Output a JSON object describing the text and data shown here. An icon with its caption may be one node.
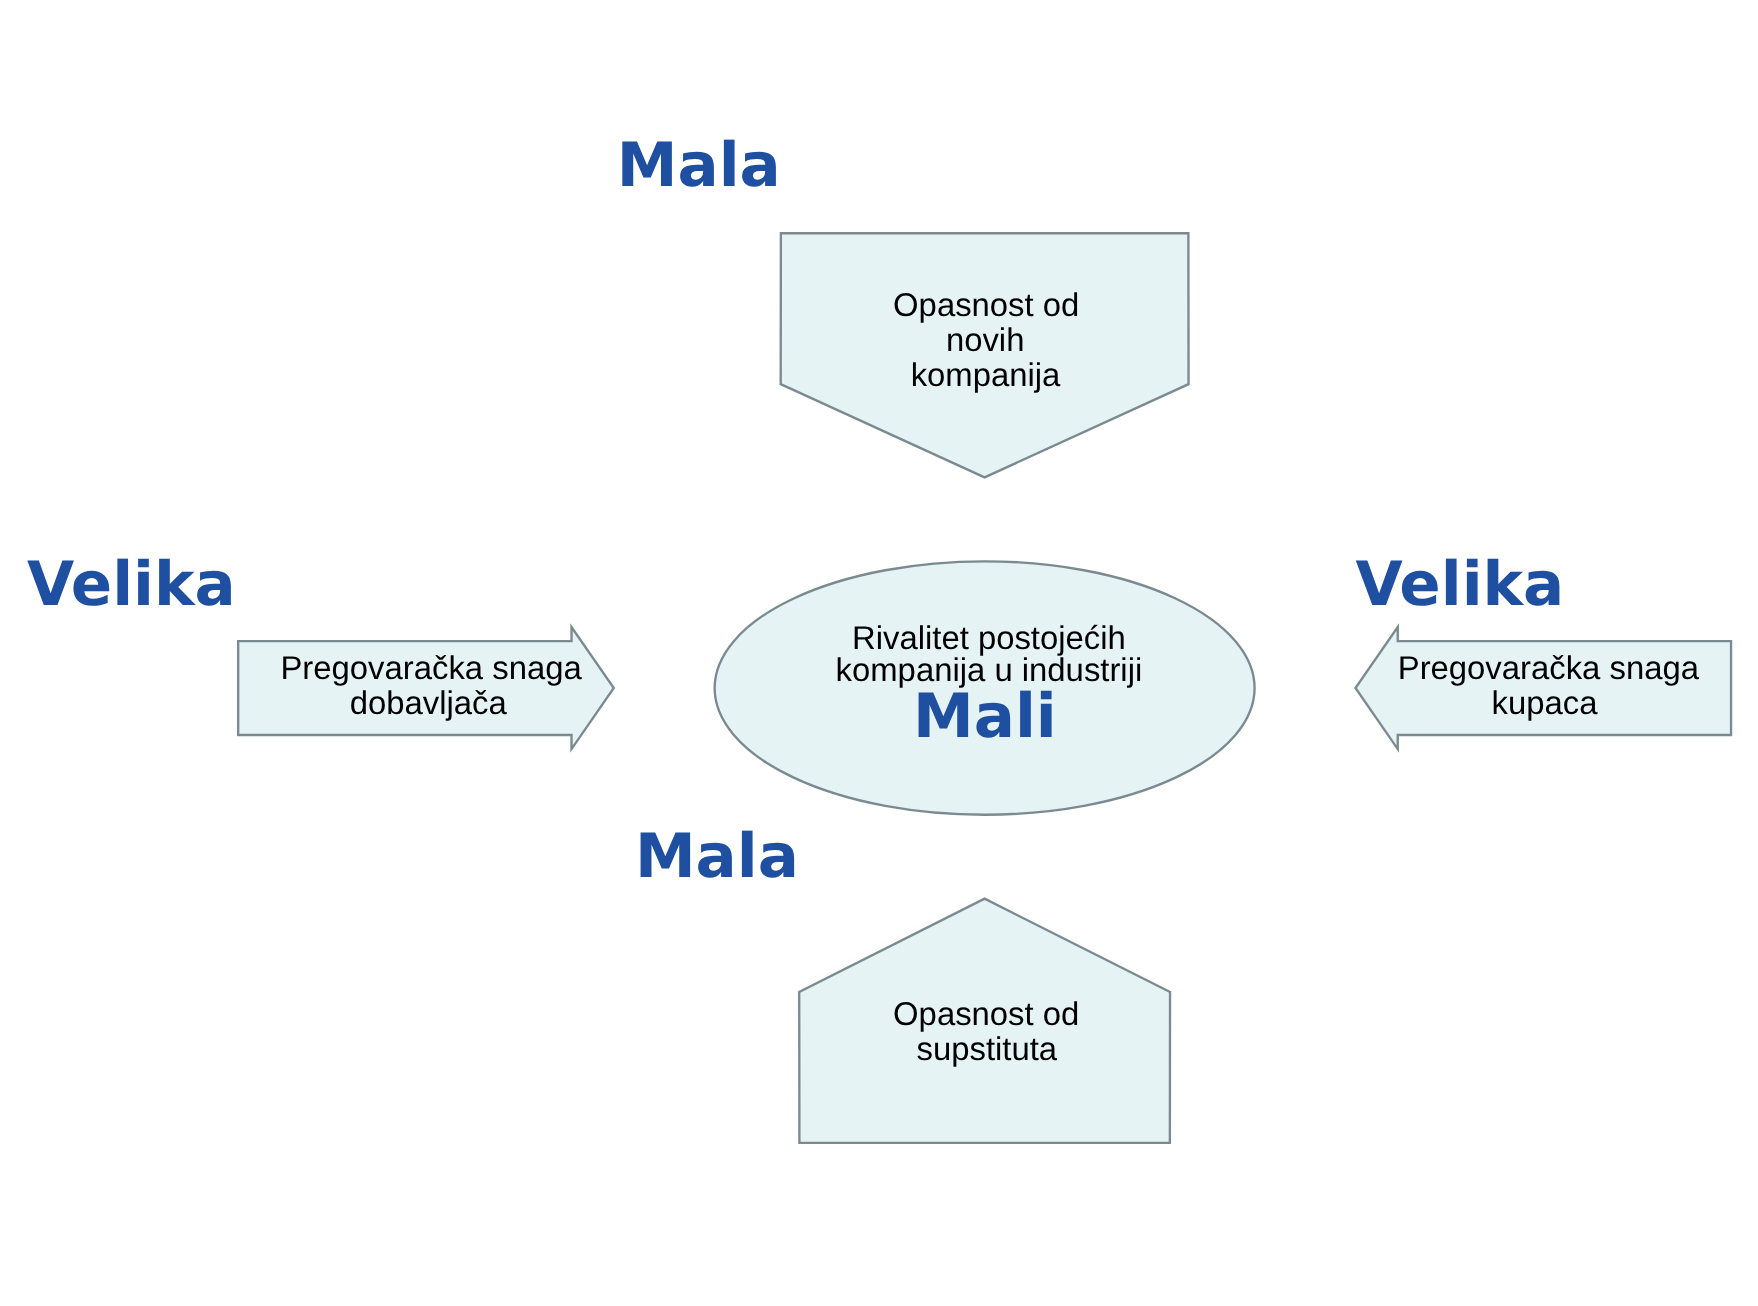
{
  "diagram": {
    "nodes": [
      {
        "text": [
          "Opasnost od novih kompanija"
        ],
        "beside": [
          "Mala"
        ]
      },
      {
        "text": [
          "Pregovaračka snaga dobavljača"
        ],
        "beside": [
          "Velika"
        ]
      },
      {
        "text": [
          "Rivalitet postojećih kompanija u industriji",
          "Mali"
        ]
      },
      {
        "text": [
          "Pregovaračka snaga kupaca"
        ],
        "beside": [
          "Velika"
        ]
      },
      {
        "text": [
          "Opasnost od supstituta"
        ],
        "beside": [
          "Mala"
        ]
      }
    ]
  }
}
